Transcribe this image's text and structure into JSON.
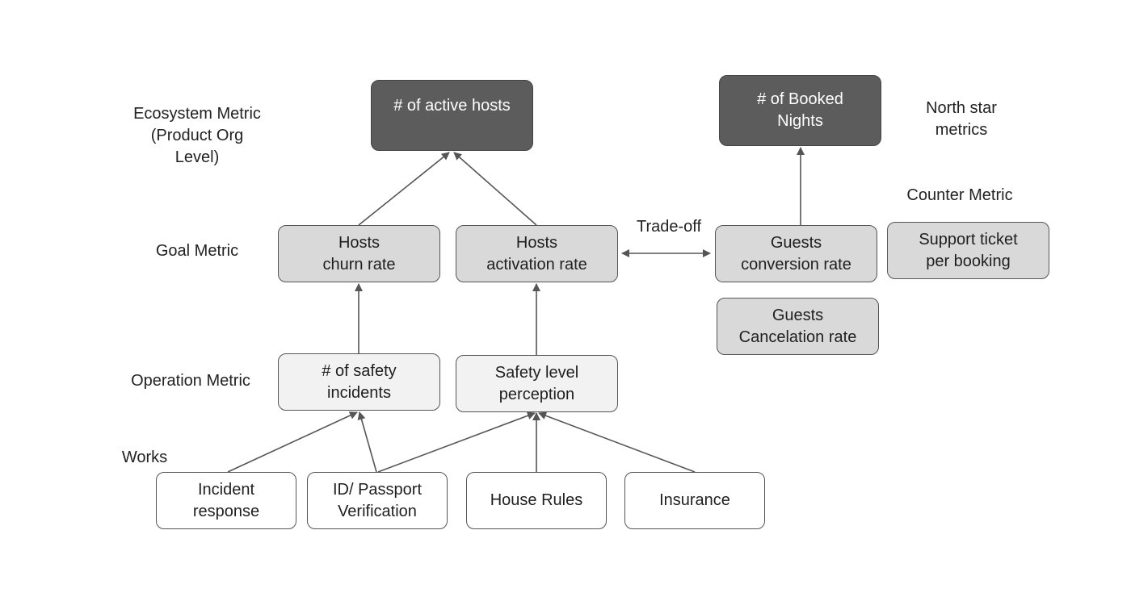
{
  "levels": {
    "ecosystem": "Ecosystem Metric\n(Product Org\nLevel)",
    "goal": "Goal Metric",
    "operation": "Operation Metric",
    "works": "Works",
    "north_star": "North star\nmetrics",
    "counter": "Counter Metric",
    "tradeoff": "Trade-off"
  },
  "nodes": {
    "active_hosts": "# of active hosts",
    "booked_nights": "# of Booked\nNights",
    "hosts_churn": "Hosts\nchurn rate",
    "hosts_activation": "Hosts\nactivation rate",
    "guests_conversion": "Guests\nconversion rate",
    "support_ticket": "Support ticket\nper booking",
    "guests_cancelation": "Guests\nCancelation rate",
    "safety_incidents": "# of safety\nincidents",
    "safety_perception": "Safety level\nperception",
    "incident_response": "Incident\nresponse",
    "id_verification": "ID/ Passport\nVerification",
    "house_rules": "House Rules",
    "insurance": "Insurance"
  },
  "colors": {
    "dark_fill": "#5c5c5c",
    "mid_fill": "#d9d9d9",
    "light_fill": "#f2f2f2",
    "line": "#555555"
  }
}
